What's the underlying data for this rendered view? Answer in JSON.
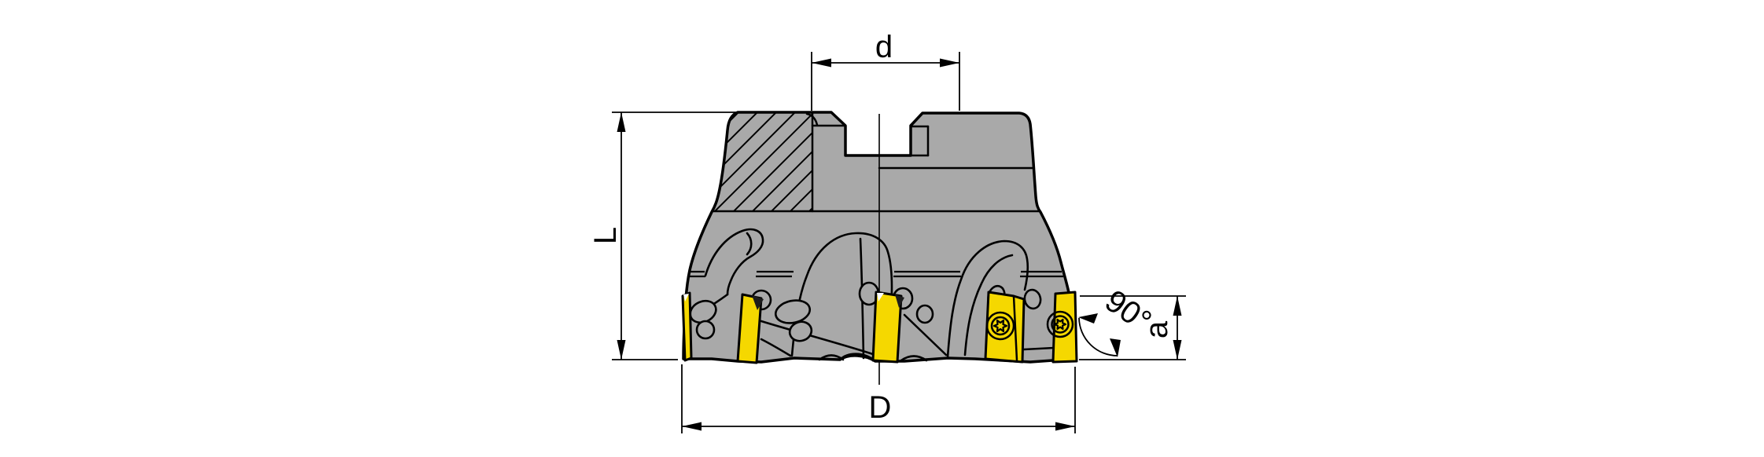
{
  "drawing": {
    "title": "90-degree face milling cutter with indexable inserts, side elevation technical drawing",
    "colors": {
      "body_gray": "#a9a9a9",
      "insert_yellow": "#f5d800",
      "line_black": "#000000",
      "background_white": "#ffffff"
    }
  },
  "dimensions": {
    "bore_diameter": {
      "label": "d"
    },
    "overall_height": {
      "label": "L"
    },
    "cutting_diameter": {
      "label": "D"
    },
    "depth_of_cut": {
      "label": "a"
    },
    "approach_angle": {
      "label": "90°"
    }
  }
}
